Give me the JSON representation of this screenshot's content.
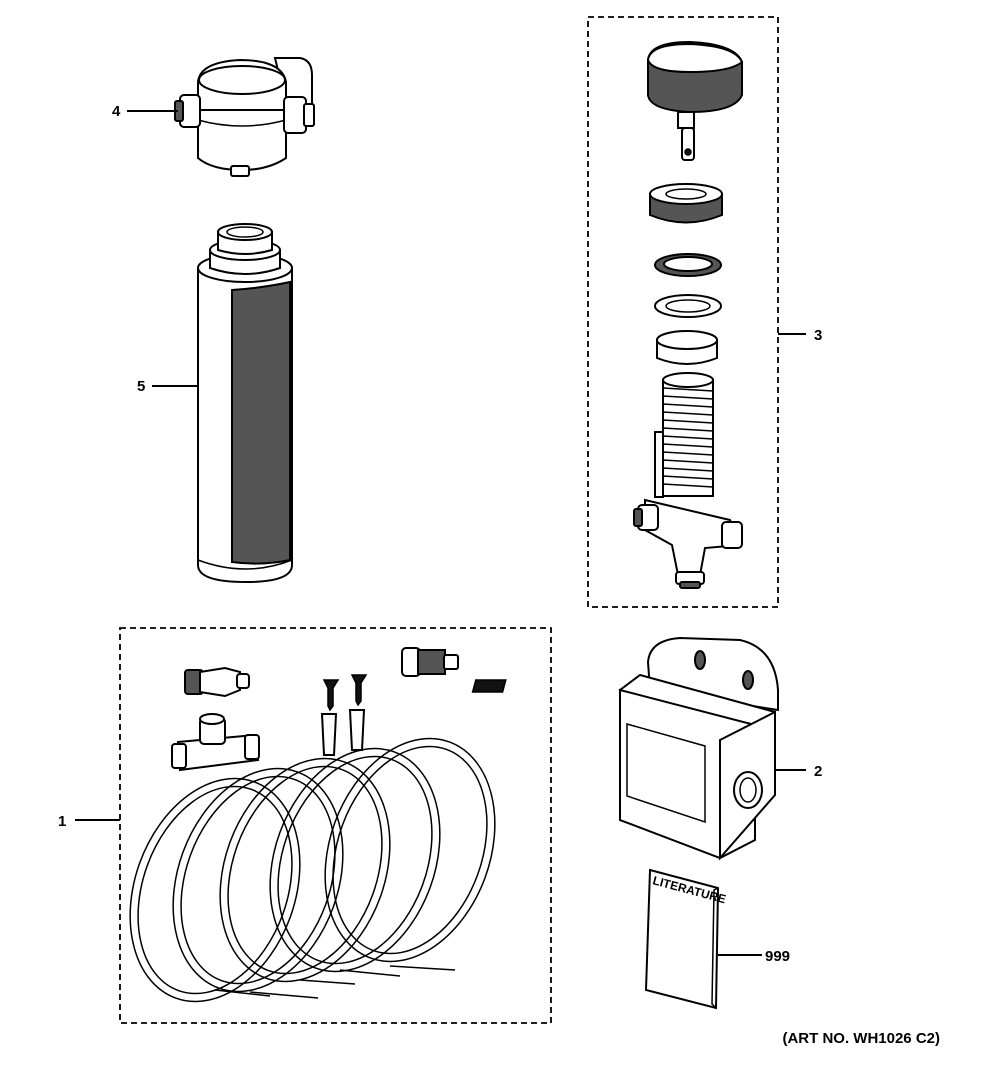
{
  "callouts": {
    "part_1": "1",
    "part_2": "2",
    "part_3": "3",
    "part_4": "4",
    "part_5": "5",
    "part_999": "999"
  },
  "literature_label": "LITERATURE",
  "art_number": "(ART NO. WH1026 C2)"
}
